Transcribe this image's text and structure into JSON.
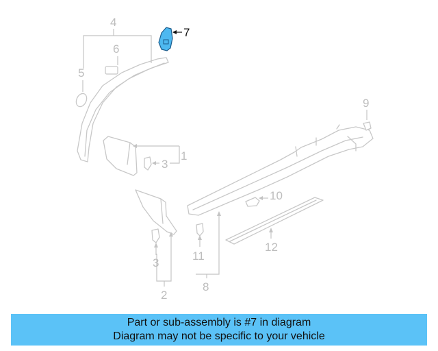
{
  "callouts": {
    "c1": "1",
    "c2": "2",
    "c3a": "3",
    "c3b": "3",
    "c4": "4",
    "c5": "5",
    "c6": "6",
    "c7": "7",
    "c8": "8",
    "c9": "9",
    "c10": "10",
    "c11": "11",
    "c12": "12"
  },
  "highlighted_part": "7",
  "highlight_color": "#4db8f0",
  "banner": {
    "line1": "Part or sub-assembly is #7 in diagram",
    "line2": "Diagram may not be specific to your vehicle",
    "background": "#5bc2f7"
  }
}
